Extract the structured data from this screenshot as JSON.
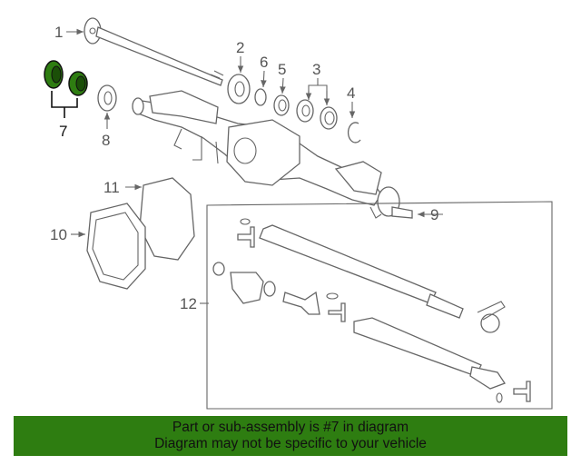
{
  "callouts": {
    "c1": "1",
    "c2": "2",
    "c3": "3",
    "c4": "4",
    "c5": "5",
    "c6": "6",
    "c7": "7",
    "c8": "8",
    "c9": "9",
    "c10": "10",
    "c11": "11",
    "c12": "12"
  },
  "colors": {
    "highlight": "#2e7d11",
    "footer_bg": "#2e7d11",
    "line": "#666666"
  },
  "footer": {
    "line1": "Part or sub-assembly is #7 in diagram",
    "line2": "Diagram may not be specific to your vehicle"
  }
}
